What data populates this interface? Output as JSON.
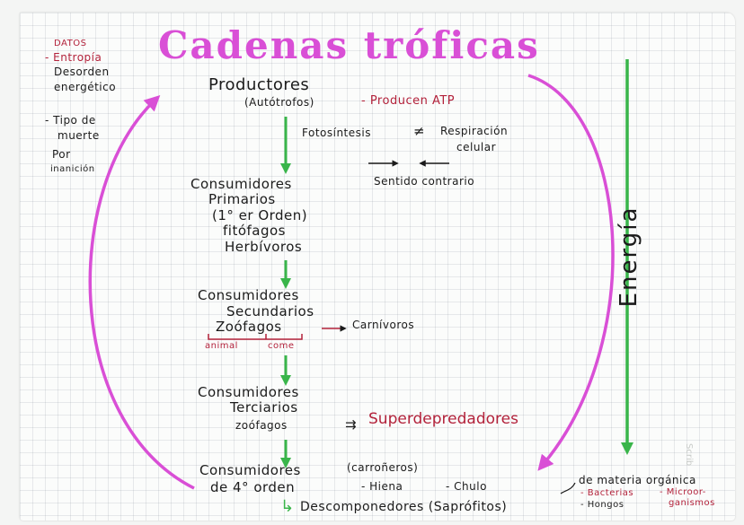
{
  "title": "Cadenas tróficas",
  "side_notes": {
    "datos": "DATOS",
    "entropia": "- Entropía",
    "desorden": "Desorden",
    "energetico": "energético",
    "tipo_de": "- Tipo de",
    "muerte": "muerte",
    "por": "Por",
    "inanicion": "inanición"
  },
  "productores": {
    "title": "Productores",
    "subtitle": "(Autótrofos)",
    "note": "- Producen ATP"
  },
  "fotosintesis": {
    "left": "Fotosíntesis",
    "symbol": "≠",
    "right_1": "Respiración",
    "right_2": "celular",
    "arrow_right": "→",
    "arrow_left": "←",
    "sentido": "Sentido contrario"
  },
  "primarios": {
    "line1": "Consumidores",
    "line2": "Primarios",
    "line3": "(1° er Orden)",
    "line4": "fitófagos",
    "line5": "Herbívoros"
  },
  "secundarios": {
    "line1": "Consumidores",
    "line2": "Secundarios",
    "line3": "Zoófagos",
    "arrow": "→",
    "carnivoros": "Carnívoros",
    "animal": "animal",
    "come": "come"
  },
  "terciarios": {
    "line1": "Consumidores",
    "line2": "Terciarios",
    "line3": "zoófagos",
    "arrow": "⇉",
    "super": "Superdepredadores"
  },
  "cuarto": {
    "line1": "Consumidores",
    "line2": "de 4° orden"
  },
  "carroneros": {
    "title": "(carroñeros)",
    "hiena": "- Hiena",
    "chulo": "- Chulo"
  },
  "descomponedores": {
    "arrow": "↳",
    "text": "Descomponedores (Saprófitos)",
    "note": "de materia orgánica",
    "bacterias": "- Bacterias",
    "hongos": "- Hongos",
    "micro_1": "- Microor-",
    "micro_2": "ganismos"
  },
  "energia": "Energía",
  "stamp": "Scrib",
  "colors": {
    "magenta": "#d94fd6",
    "green": "#39b54a",
    "red": "#b3223b",
    "ink": "#1b1b1b"
  }
}
